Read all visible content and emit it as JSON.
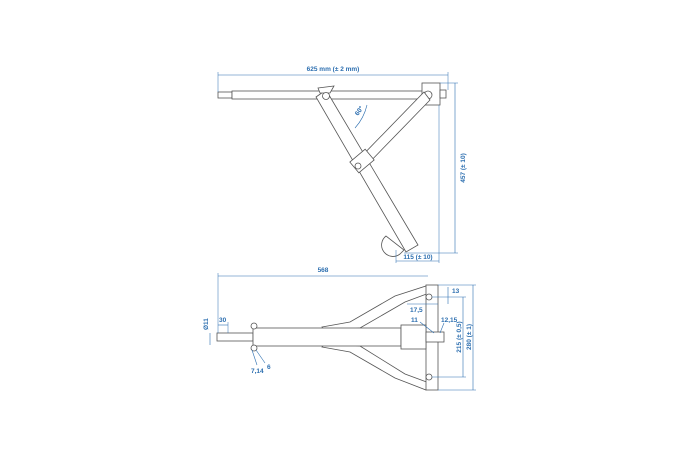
{
  "colors": {
    "dimension": "#2d6fb0",
    "outline": "#555555"
  },
  "side_view": {
    "width_label": "625 mm (± 2 mm)",
    "angle_label": "60°",
    "height_label": "457 (± 10)",
    "offset_label": "115 (± 10)"
  },
  "top_view": {
    "length_label": "568",
    "hole_label": "13",
    "edge_label": "17,5",
    "pin_label": "11",
    "pin2_label": "12,15",
    "diameter_label": "Ø11",
    "end_label": "30",
    "hole_spacing_label": "215 (± 0,5)",
    "width_label": "280 (± 1)",
    "bolt_label": "7,14",
    "bolt2_label": "6"
  }
}
